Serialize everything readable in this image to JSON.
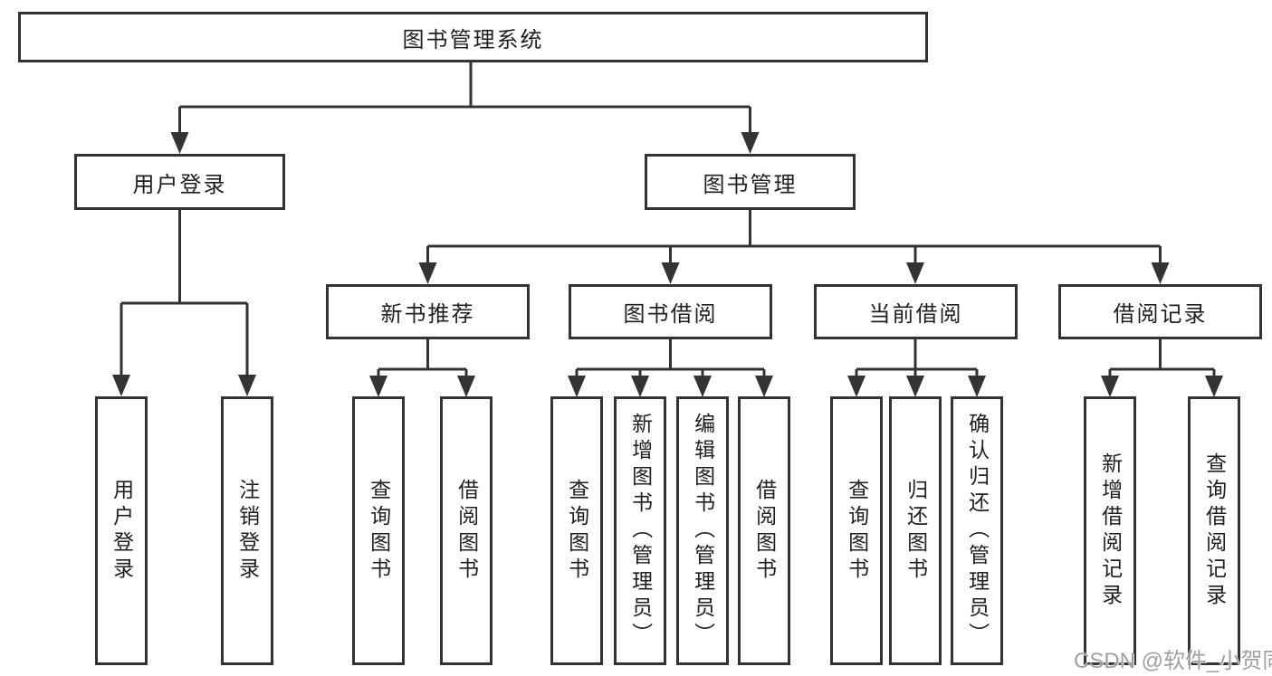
{
  "diagram": {
    "title": "图书管理系统",
    "nodes": {
      "root": "图书管理系统",
      "user_login": "用户登录",
      "book_mgmt": "图书管理",
      "new_book_rec": "新书推荐",
      "book_borrow": "图书借阅",
      "current_borrow": "当前借阅",
      "borrow_record": "借阅记录",
      "leaf_user_login": "用户登录",
      "leaf_logout": "注销登录",
      "leaf_query_book_a": "查询图书",
      "leaf_borrow_book_a": "借阅图书",
      "leaf_query_book_b": "查询图书",
      "leaf_add_book": "新增图书（管理员）",
      "leaf_edit_book": "编辑图书（管理员）",
      "leaf_borrow_book_b": "借阅图书",
      "leaf_query_book_c": "查询图书",
      "leaf_return_book": "归还图书",
      "leaf_confirm_return": "确认归还（管理员）",
      "leaf_add_record": "新增借阅记录",
      "leaf_query_record": "查询借阅记录"
    },
    "edges": [
      [
        "root",
        "user_login"
      ],
      [
        "root",
        "book_mgmt"
      ],
      [
        "user_login",
        "leaf_user_login"
      ],
      [
        "user_login",
        "leaf_logout"
      ],
      [
        "book_mgmt",
        "new_book_rec"
      ],
      [
        "book_mgmt",
        "book_borrow"
      ],
      [
        "book_mgmt",
        "current_borrow"
      ],
      [
        "book_mgmt",
        "borrow_record"
      ],
      [
        "new_book_rec",
        "leaf_query_book_a"
      ],
      [
        "new_book_rec",
        "leaf_borrow_book_a"
      ],
      [
        "book_borrow",
        "leaf_query_book_b"
      ],
      [
        "book_borrow",
        "leaf_add_book"
      ],
      [
        "book_borrow",
        "leaf_edit_book"
      ],
      [
        "book_borrow",
        "leaf_borrow_book_b"
      ],
      [
        "current_borrow",
        "leaf_query_book_c"
      ],
      [
        "current_borrow",
        "leaf_return_book"
      ],
      [
        "current_borrow",
        "leaf_confirm_return"
      ],
      [
        "borrow_record",
        "leaf_add_record"
      ],
      [
        "borrow_record",
        "leaf_query_record"
      ]
    ],
    "watermark": "CSDN @软件_小贺同学",
    "colors": {
      "line": "#333333",
      "text": "#1f1f1f",
      "background": "#ffffff",
      "watermark": "#969696"
    }
  }
}
